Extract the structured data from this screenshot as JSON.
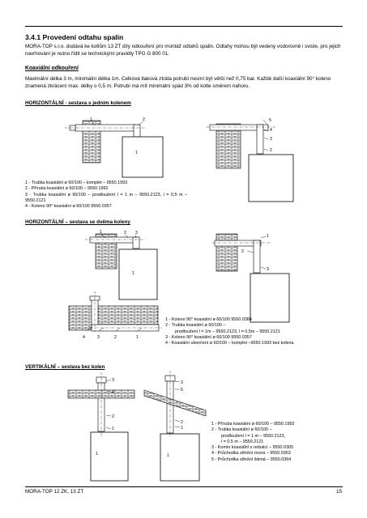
{
  "section": {
    "title": "3.4.1 Provedení odtahu spalin",
    "intro": "MORA-TOP s.r.o. dodává ke kotlům 13 ZT díly odkouření pro montáž odtahů spalin. Odtahy mohou být vedeny vodorovně i svisle, pro jejich navrhování je nutno řídit se technickými pravidly TPG G 800 01."
  },
  "coax": {
    "heading": "Koaxiální odkouření",
    "text": "Maximální délka 3 m, minimální délka 1m. Celková tlaková ztráta potrubí nesmí být větší než 0,75 bar. Každé další koaxiální 90° koleno znamená zkrácení max. délky o 0,5 m. Potrubí má mít minimální spád 3% od kotle směrem nahoru."
  },
  "fig1": {
    "title": "HORIZONTÁLNÍ - sestava s jedním kolenem",
    "legend": [
      "1 - Trubka koaxiální ø 60/100 – komplet – 9550.1993",
      "2 - Příruba koaxiální ø 60/100 – 9550.1992",
      "3 - Trubka koaxiální ø 60/100 – prodloužení l = 1 m – 9550.2123, l = 0,5 m – 9550.2121",
      "4 - Koleno 90° koaxiální ø 60/100 9550.0357"
    ],
    "labels": [
      "1",
      "2",
      "5",
      "4",
      "3",
      "2"
    ]
  },
  "fig2": {
    "title": "HORIZONTÁLNÍ – sestava se dvěma koleny",
    "legend": [
      "1 - Koleno 90° koaxiální ø 60/100 9550.0384",
      "2 - Trubka koaxiální ø 60/100 –",
      "prodloužení l = 1m – 9550.2123, l = 0,5m – 9550.2121",
      "3 - Koleno 90° koaxiální ø 60/100 9550.0357",
      "4 - Koaxiální ukončení ø 60/100 – komplet –9550.1993 bez kolena"
    ],
    "labels": [
      "4",
      "3",
      "2",
      "1",
      "1",
      "2",
      "3",
      "1",
      "2"
    ]
  },
  "fig3": {
    "title": "VERTIKÁLNÍ – sestava bez kolen",
    "legend": [
      "1 - Příruba koaxiální ø 60/100 – 9550.1992",
      "2 - Trubka koaxiální ø 60/100 –",
      "prodloužení l = 1 m – 9550.2123,",
      "l = 0,5 m – 9550.2121",
      "3 - Komín koaxiální s redukcí – 9550.0305",
      "4 - Průchodka střešní rovná – 9550.0363",
      "5 - Průchodka střešní šikmá – 9550.0364"
    ],
    "labels": [
      "3",
      "4",
      "2",
      "1",
      "3",
      "5",
      "2",
      "1"
    ]
  },
  "footer": {
    "left": "MORA-TOP 12 ZK, 13 ZT",
    "page": "15"
  }
}
